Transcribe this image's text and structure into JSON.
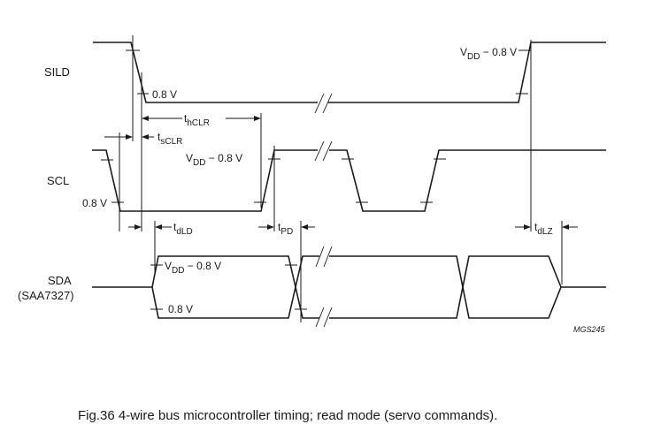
{
  "signals": {
    "sild": "SILD",
    "scl": "SCL",
    "sda": "SDA",
    "sda_part": "(SAA7327)"
  },
  "levels": {
    "low_value": "0.8 V",
    "vdd_main": "V",
    "vdd_sub": "DD",
    "vdd_rest": " − 0.8 V"
  },
  "timing": {
    "t_hclr_sub": "hCLR",
    "t_sclr_sub": "sCLR",
    "t_dld_sub": "dLD",
    "t_pd_sub": "PD",
    "t_dlz_sub": "dLZ",
    "t_main": "t"
  },
  "figure_id": "MGS245",
  "caption": "Fig.36  4-wire bus microcontroller timing; read mode (servo commands)."
}
